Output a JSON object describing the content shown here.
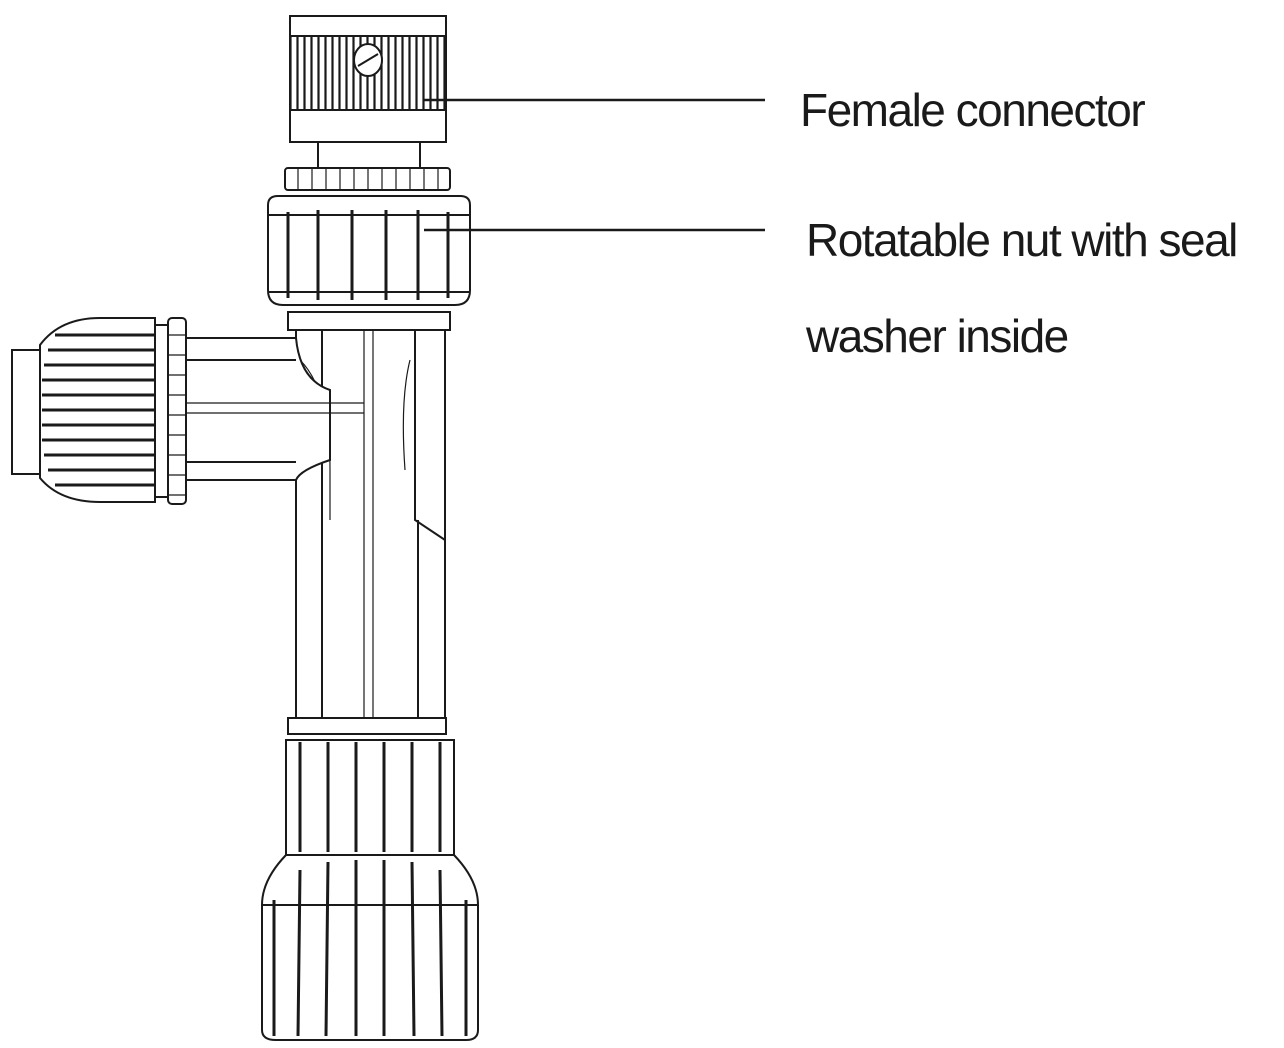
{
  "callouts": {
    "female_connector": "Female connector",
    "rotatable_nut_line1": "Rotatable nut with seal",
    "rotatable_nut_line2": "washer inside"
  },
  "colors": {
    "stroke": "#1a1a1a",
    "background": "#ffffff"
  }
}
